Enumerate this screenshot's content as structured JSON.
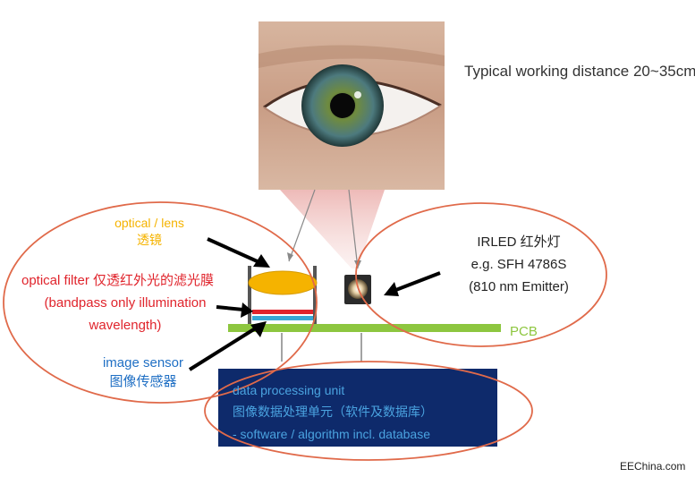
{
  "working_distance": "Typical working distance 20~35cm.",
  "lens": {
    "en": "optical / lens",
    "cn": "透镜"
  },
  "filter": {
    "line1": "optical filter 仅透红外光的滤光膜",
    "line2": "(bandpass only illumination",
    "line3": "wavelength)"
  },
  "sensor": {
    "en": "image sensor",
    "cn": "图像传感器"
  },
  "irled": {
    "line1": "IRLED 红外灯",
    "line2": "e.g. SFH 4786S",
    "line3": "(810 nm Emitter)"
  },
  "pcb": "PCB",
  "processing": {
    "line1": "data processing unit",
    "line2": "图像数据处理单元（软件及数据库）",
    "line3": "- software / algorithm incl. database"
  },
  "watermark": "EEChina.com",
  "colors": {
    "lens": "#f5b300",
    "filter": "#e0242c",
    "sensor": "#1f6fc4",
    "pcb": "#8dc63f",
    "processing_box": "#0e2a6b",
    "ellipse": "#e06a4a"
  }
}
